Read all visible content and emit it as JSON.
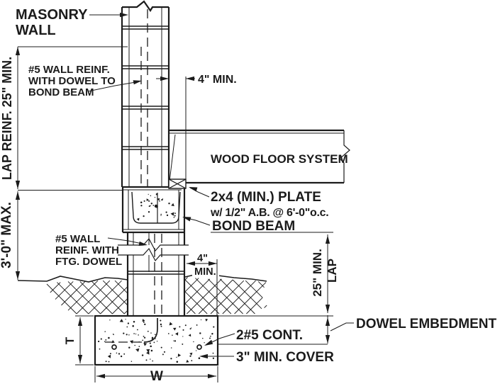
{
  "drawing_title": "Masonry wall and wood floor foundation detail",
  "colors": {
    "ink": "#1b1b1b",
    "paper": "#ffffff"
  },
  "labels": {
    "masonry_wall": [
      "MASONRY",
      "WALL"
    ],
    "wall_reinf_dowel": [
      "#5 WALL REINF.",
      "WITH DOWEL TO",
      "BOND BEAM"
    ],
    "wall_reinf_ftg": [
      "#5 WALL",
      "REINF. WITH",
      "FTG. DOWEL"
    ],
    "wood_floor_system": "WOOD FLOOR SYSTEM",
    "plate": "2x4 (MIN.) PLATE",
    "anchor_bolts": "w/ 1/2\" A.B. @ 6'-0\"o.c.",
    "bond_beam": "BOND BEAM",
    "dowel_embedment": "DOWEL EMBEDMENT",
    "cont_bars": "2#5 CONT.",
    "min_cover": "3\" MIN. COVER"
  },
  "dimensions": {
    "lap_reinf_left": "LAP REINF. 25\" MIN.",
    "stem_height_max": "3'-0\" MAX.",
    "bearing_min_top": "4\" MIN.",
    "footing_ledge_value": "4\"",
    "footing_ledge_min": "MIN.",
    "dowel_lap_value": "25\" MIN.",
    "dowel_lap_word": "LAP",
    "footing_thickness": "T",
    "footing_width": "W"
  }
}
